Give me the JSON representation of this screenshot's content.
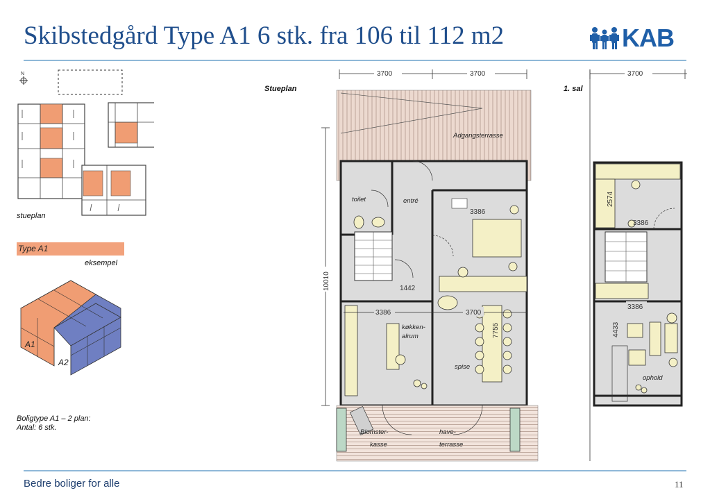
{
  "header": {
    "title": "Skibstedgård Type A1 6 stk. fra 106 til 112 m2",
    "logo_text": "KAB"
  },
  "left_panel": {
    "site_plan_label": "stueplan",
    "type_label": "Type A1",
    "example_label": "eksempel",
    "iso_labels": [
      "A1",
      "A2"
    ],
    "description_line1": "Boligtype A1 – 2 plan:",
    "description_line2": "Antal: 6 stk."
  },
  "ground_floor": {
    "title": "Stueplan",
    "dims_top": [
      "3700",
      "3700"
    ],
    "dim_side": "10010",
    "dims_inner": [
      "3386",
      "1442",
      "3386",
      "3700",
      "7755"
    ],
    "rooms": [
      "toilet",
      "entré",
      "køkken-",
      "alrum",
      "spise",
      "Adgangsterrasse",
      "Blomster-",
      "kasse",
      "have-",
      "terrasse"
    ]
  },
  "first_floor": {
    "title": "1. sal",
    "dim_top": "3700",
    "dims_inner": [
      "2574",
      "3386",
      "3386",
      "4433"
    ],
    "rooms": [
      "ophold"
    ]
  },
  "footer": {
    "tagline": "Bedre boliger for alle",
    "page_number": "11"
  },
  "colors": {
    "title": "#1f4e8c",
    "accent_orange": "#f2a27c",
    "accent_blue": "#6f7fc2",
    "rule": "#8fb8d8",
    "floor_grey": "#dfdfdf",
    "furniture": "#f4f0c6"
  }
}
